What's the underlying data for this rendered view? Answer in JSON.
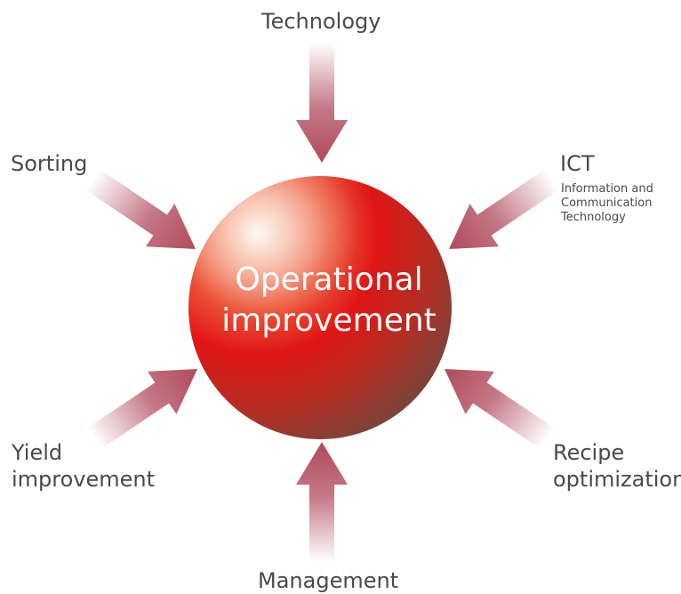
{
  "center": {
    "line1": "Operational",
    "line2": "improvement"
  },
  "labels": {
    "technology": "Technology",
    "sorting": "Sorting",
    "ict": "ICT",
    "ict_desc_line1": "Information and",
    "ict_desc_line2": "Communication",
    "ict_desc_line3": "Technology",
    "yield_line1": "Yield",
    "yield_line2": "improvement",
    "recipe_line1": "Recipe",
    "recipe_line2": "optimization",
    "management": "Management"
  },
  "colors": {
    "arrow": "#b04a5c",
    "sphere_highlight": "#fbe0d0",
    "sphere_mid": "#e8462e",
    "sphere_red": "#e01818",
    "sphere_shadow": "#7a4438",
    "text": "#4a4a4a",
    "center_text": "#ffffff"
  }
}
